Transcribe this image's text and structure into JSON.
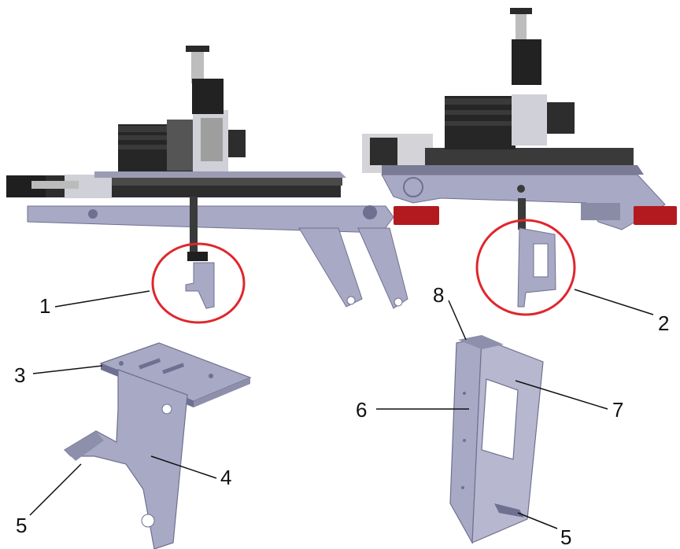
{
  "figure": {
    "callouts": [
      {
        "id": "c1",
        "label": "1"
      },
      {
        "id": "c2",
        "label": "2"
      },
      {
        "id": "c3",
        "label": "3"
      },
      {
        "id": "c4",
        "label": "4"
      },
      {
        "id": "c5a",
        "label": "5"
      },
      {
        "id": "c5b",
        "label": "5"
      },
      {
        "id": "c6",
        "label": "6"
      },
      {
        "id": "c7",
        "label": "7"
      },
      {
        "id": "c8",
        "label": "8"
      }
    ],
    "colors": {
      "steel": "#a8a9c4",
      "steel_dark": "#6f7091",
      "steel_light": "#c9cadf",
      "motor_black": "#262626",
      "highlight_circle": "#e0262c",
      "tail_light": "#b21a1f",
      "leader_line": "#111111"
    }
  }
}
